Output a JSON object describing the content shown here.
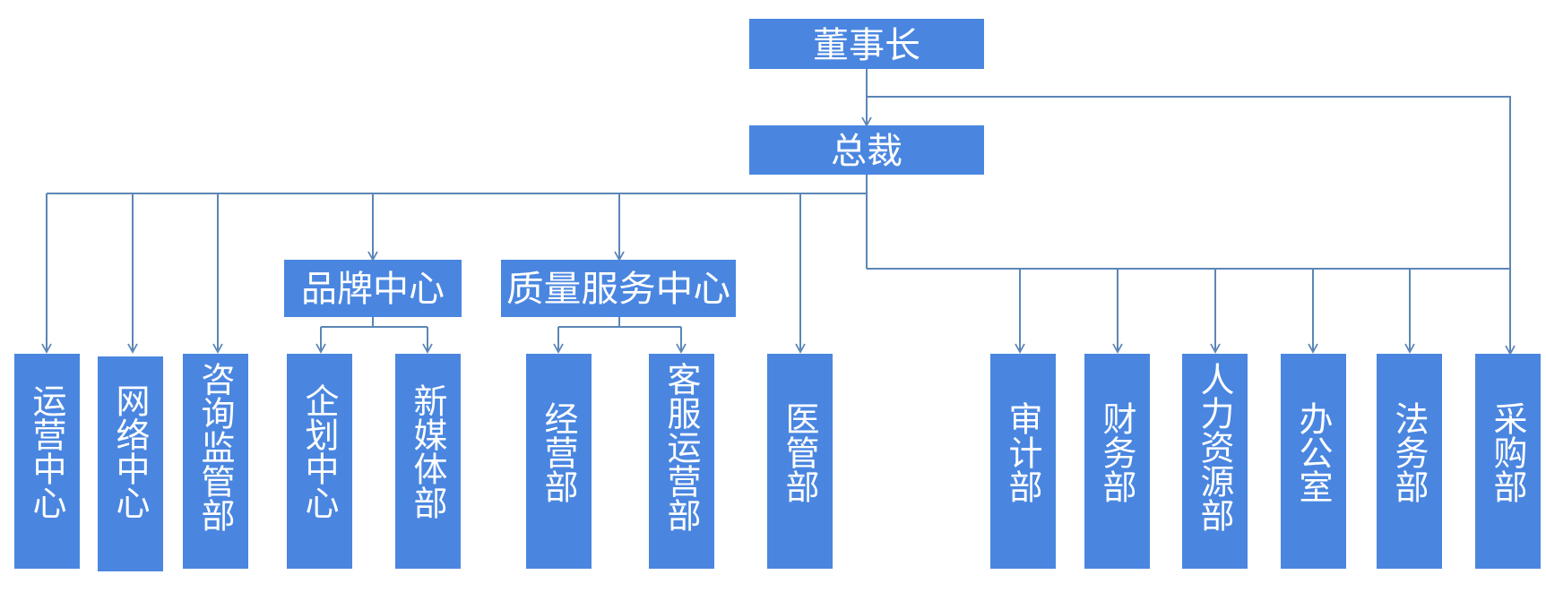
{
  "org_chart": {
    "chairman": "董事长",
    "president": "总裁",
    "centers": {
      "brand": "品牌中心",
      "quality": "质量服务中心"
    },
    "departments": {
      "operations_center": "运营中心",
      "network_center": "网络中心",
      "consulting": "咨询监管部",
      "planning_center": "企划中心",
      "new_media": "新媒体部",
      "business": "经营部",
      "customer_service": "客服运营部",
      "medical": "医管部",
      "audit": "审计部",
      "finance": "财务部",
      "hr": "人力资源部",
      "office": "办公室",
      "legal": "法务部",
      "procurement": "采购部"
    },
    "colors": {
      "box": "#4a86e0",
      "line": "#5b86b6",
      "text": "#ffffff"
    }
  }
}
